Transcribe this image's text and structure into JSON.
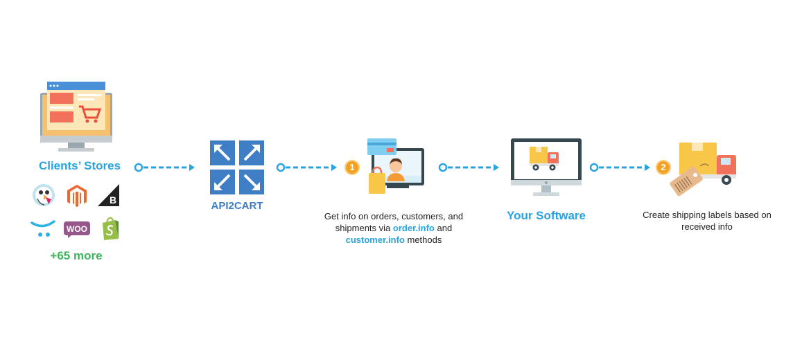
{
  "clients": {
    "title": "Clients’ Stores",
    "more": "+65 more",
    "platform_icons": [
      "prestashop-icon",
      "magento-icon",
      "bigcommerce-icon",
      "opencart-icon",
      "woocommerce-icon",
      "shopify-icon"
    ],
    "woo_text": "WOO"
  },
  "api2cart": {
    "label": "API2CART"
  },
  "step1": {
    "badge": "1",
    "text_a": "Get info on orders, customers, and",
    "text_b": "shipments via",
    "method1": "order.info",
    "text_c": "and",
    "method2": "customer.info",
    "text_d": "methods"
  },
  "software": {
    "label": "Your Software"
  },
  "step2": {
    "badge": "2",
    "line1": "Create shipping labels based on",
    "line2": "received info"
  },
  "colors": {
    "accent_blue": "#29a3e0",
    "api_blue": "#3f7ec4",
    "badge_orange": "#f5a020",
    "more_green": "#3bb55b"
  }
}
